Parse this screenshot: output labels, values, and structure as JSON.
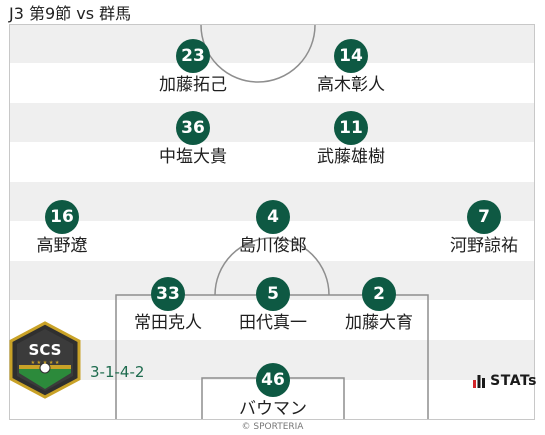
{
  "header": {
    "title": "J3 第9節 vs 群馬"
  },
  "formation": "3-1-4-2",
  "colors": {
    "accent": "#0e5943",
    "formation_text": "#1e6b4e",
    "stripe": "#efefef",
    "pitch_line": "#8e8e8e"
  },
  "players": [
    {
      "number": "23",
      "name": "加藤拓己"
    },
    {
      "number": "14",
      "name": "高木彰人"
    },
    {
      "number": "36",
      "name": "中塩大貴"
    },
    {
      "number": "11",
      "name": "武藤雄樹"
    },
    {
      "number": "16",
      "name": "高野遼"
    },
    {
      "number": "4",
      "name": "島川俊郎"
    },
    {
      "number": "7",
      "name": "河野諒祐"
    },
    {
      "number": "33",
      "name": "常田克人"
    },
    {
      "number": "5",
      "name": "田代真一"
    },
    {
      "number": "2",
      "name": "加藤大育"
    },
    {
      "number": "46",
      "name": "バウマン"
    }
  ],
  "badge": {
    "text": "SCS",
    "icon": "team-crest-icon"
  },
  "stats_logo": {
    "text": "STATs",
    "icon": "stats-bars-icon"
  },
  "copyright": "© SPORTERIA"
}
